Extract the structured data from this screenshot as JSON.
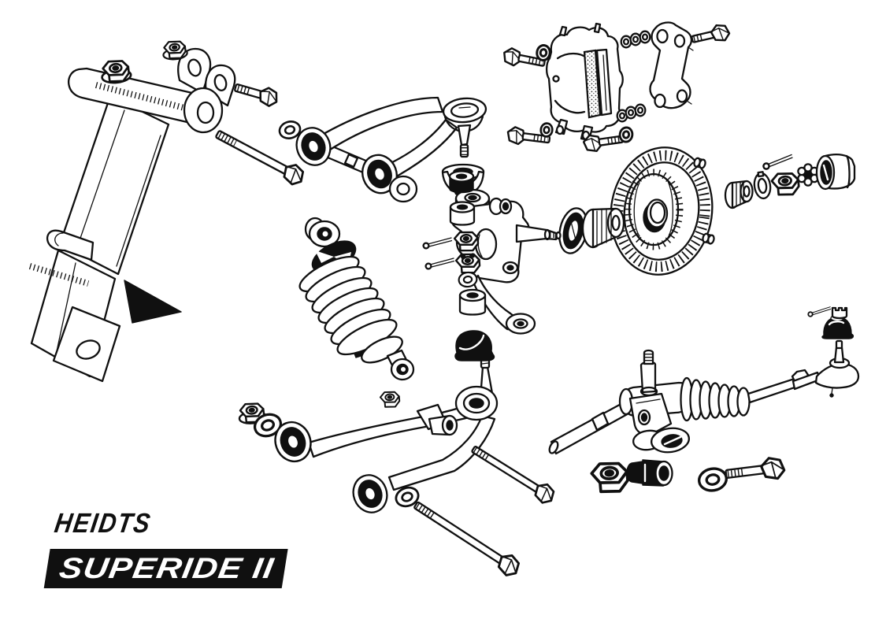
{
  "logo": {
    "brand": "HEIDTS",
    "model": "SUPERIDE II"
  },
  "colors": {
    "ink": "#101010",
    "paper": "#ffffff",
    "banner_bg": "#101010",
    "banner_text": "#ffffff"
  },
  "diagram": {
    "kind": "exploded-parts-line-drawing",
    "subject": "front-suspension-assembly",
    "parts": [
      "frame-bracket",
      "bracket-lock-nut-large",
      "bracket-lock-nut-small",
      "bracket-short-bolt",
      "bracket-long-bolt",
      "bracket-washer",
      "upper-control-arm",
      "uca-front-bushing",
      "uca-rear-bushing",
      "uca-shaft-washer",
      "upper-ball-joint",
      "upper-ball-joint-boot",
      "steering-knuckle",
      "knuckle-stack-bushing",
      "knuckle-spacer-small",
      "knuckle-hex-nut",
      "knuckle-castle-nut",
      "knuckle-washer",
      "knuckle-spacer-large",
      "knuckle-cotter-pin-1",
      "knuckle-cotter-pin-2",
      "brake-caliper",
      "brake-pads",
      "caliper-mount-bracket",
      "caliper-bolt-1",
      "caliper-bolt-2",
      "caliper-bolt-3",
      "caliper-bolt-4",
      "caliper-washer-1",
      "caliper-washer-2",
      "caliper-washer-3",
      "caliper-shim-washers-top",
      "caliper-shim-washers-bottom",
      "brake-rotor-hub",
      "wheel-stud-1",
      "wheel-stud-2",
      "grease-seal",
      "inner-wheel-bearing",
      "outer-wheel-bearing",
      "spindle-thrust-washer",
      "spindle-nut",
      "spindle-nut-lock",
      "dust-cap",
      "spindle-cotter-pin",
      "coilover-shock",
      "coil-spring",
      "shock-nut",
      "lower-control-arm",
      "lca-lock-nut",
      "lca-washer-front",
      "lca-front-bushing",
      "lca-rear-bushing",
      "lca-washer-rear",
      "lower-ball-joint",
      "lower-ball-joint-boot",
      "lca-pivot-bolt-front",
      "lca-pivot-bolt-rear",
      "steering-rack",
      "rack-pinion-shaft",
      "rack-bellows-boot",
      "inner-tie-rod",
      "tie-rod-end",
      "tie-rod-end-boot",
      "tie-rod-cotter-pin",
      "tie-rod-castle-nut",
      "rack-mount-nut",
      "rack-mount-bushing",
      "rack-mount-washer",
      "rack-mount-bolt"
    ]
  }
}
